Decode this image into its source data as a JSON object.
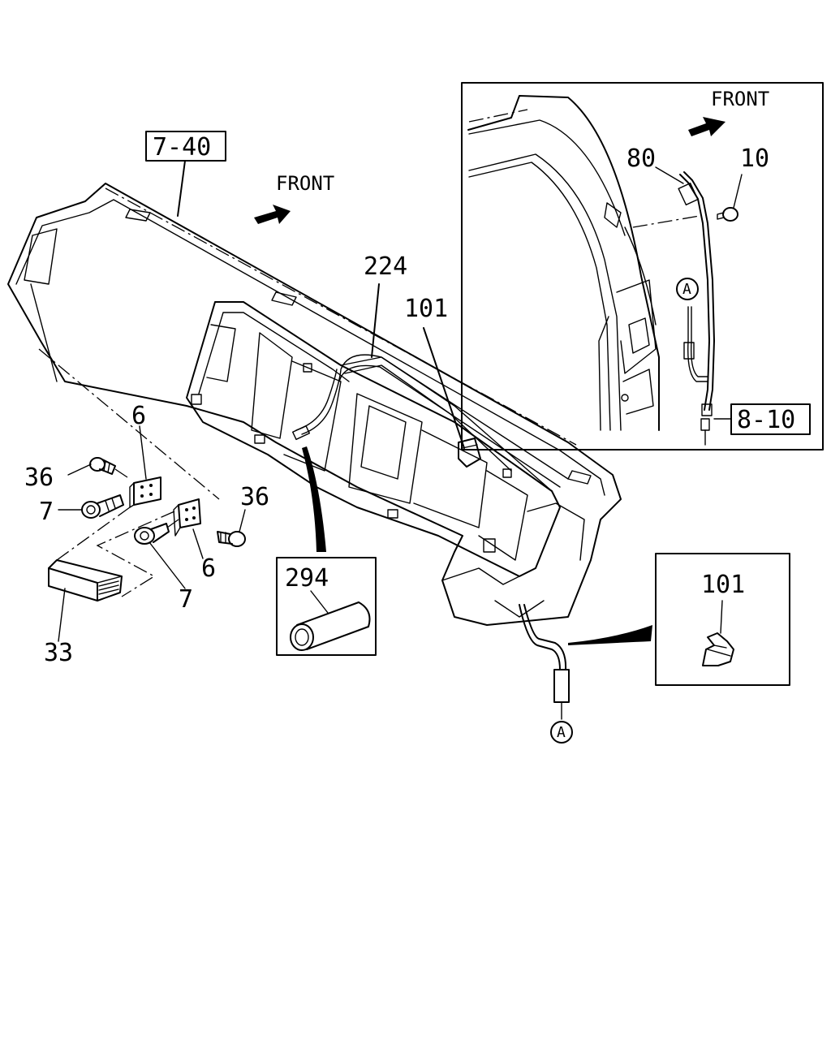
{
  "callouts": {
    "ref_7_40": "7-40",
    "front_main": "FRONT",
    "front_inset": "FRONT",
    "p224": "224",
    "p101_main": "101",
    "p6_top": "6",
    "p36_left": "36",
    "p7_left": "7",
    "p36_right": "36",
    "p6_bottom": "6",
    "p7_bottom": "7",
    "p33": "33",
    "p294": "294",
    "p80": "80",
    "p10": "10",
    "ref_8_10": "8-10",
    "p101_inset": "101",
    "conn_a_inset": "A",
    "conn_a_main": "A"
  }
}
